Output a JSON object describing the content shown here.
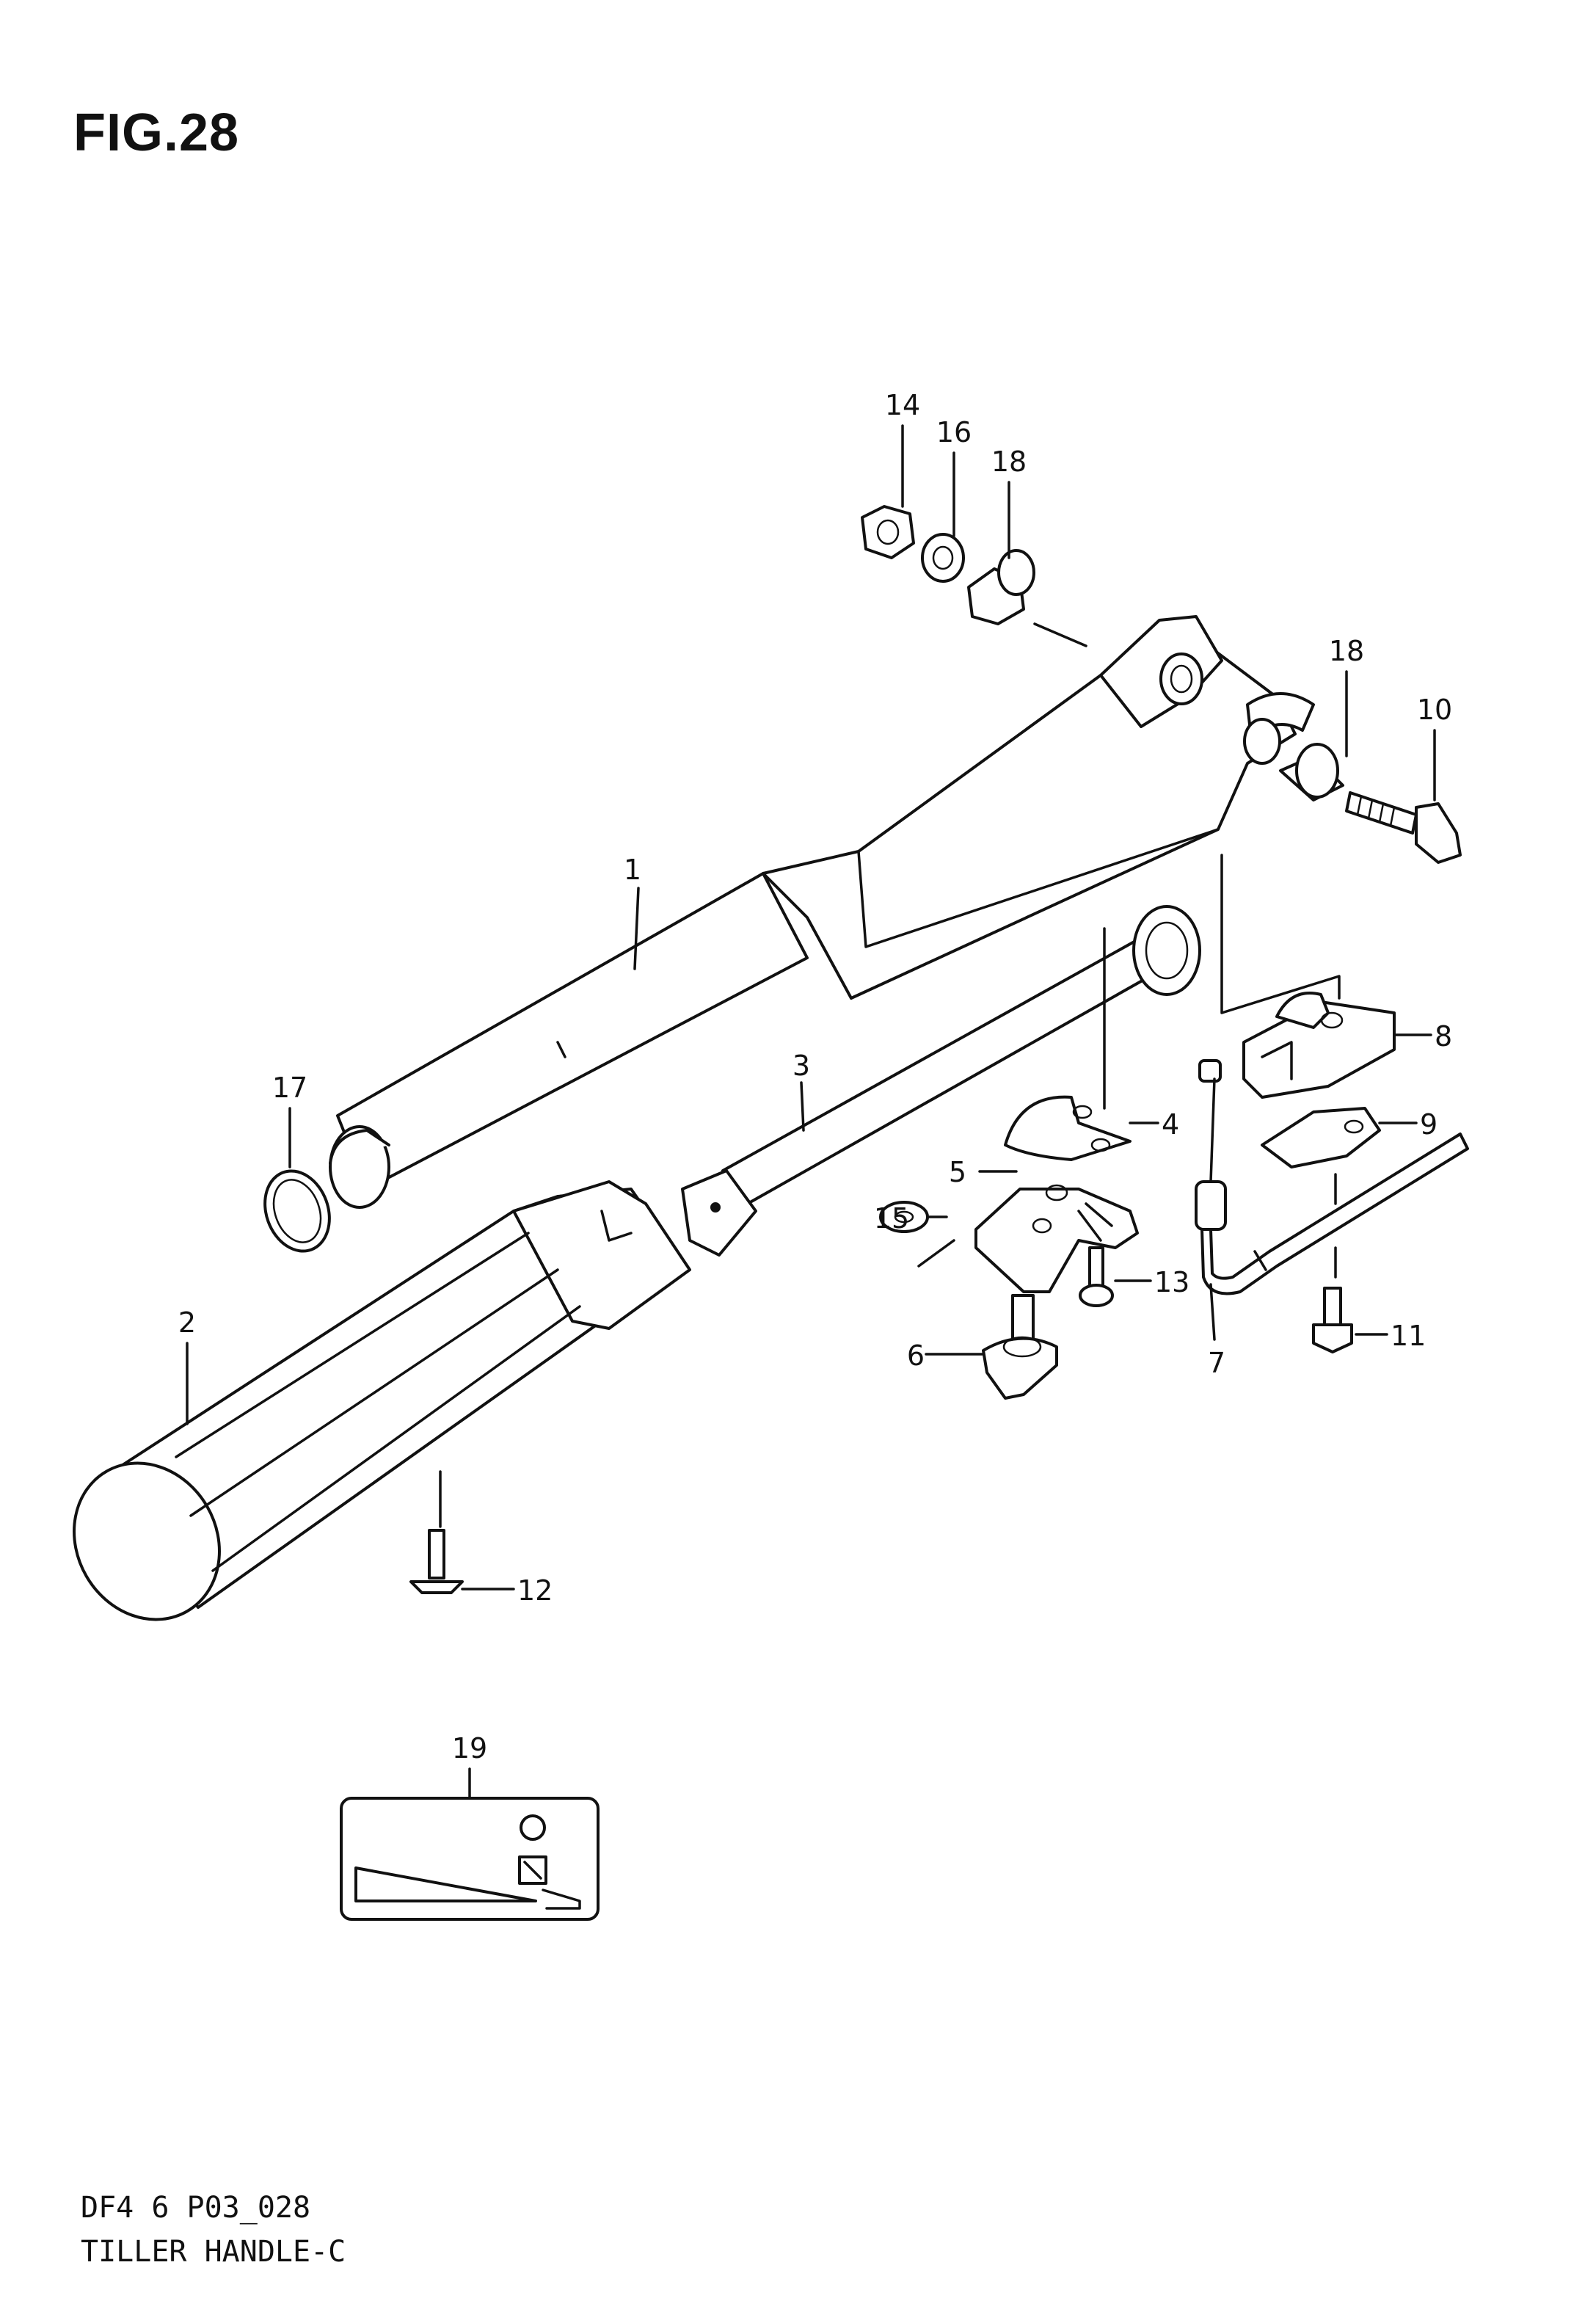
{
  "figure": {
    "title": "FIG.28"
  },
  "footer": {
    "code": "DF4 6 P03_028",
    "name": "TILLER HANDLE-C"
  },
  "callouts": {
    "c1": "1",
    "c2": "2",
    "c3": "3",
    "c4": "4",
    "c5": "5",
    "c6": "6",
    "c7": "7",
    "c8": "8",
    "c9": "9",
    "c10": "10",
    "c11": "11",
    "c12": "12",
    "c13": "13",
    "c14": "14",
    "c15": "15",
    "c16": "16",
    "c17": "17",
    "c18a": "18",
    "c18b": "18",
    "c19": "19"
  }
}
